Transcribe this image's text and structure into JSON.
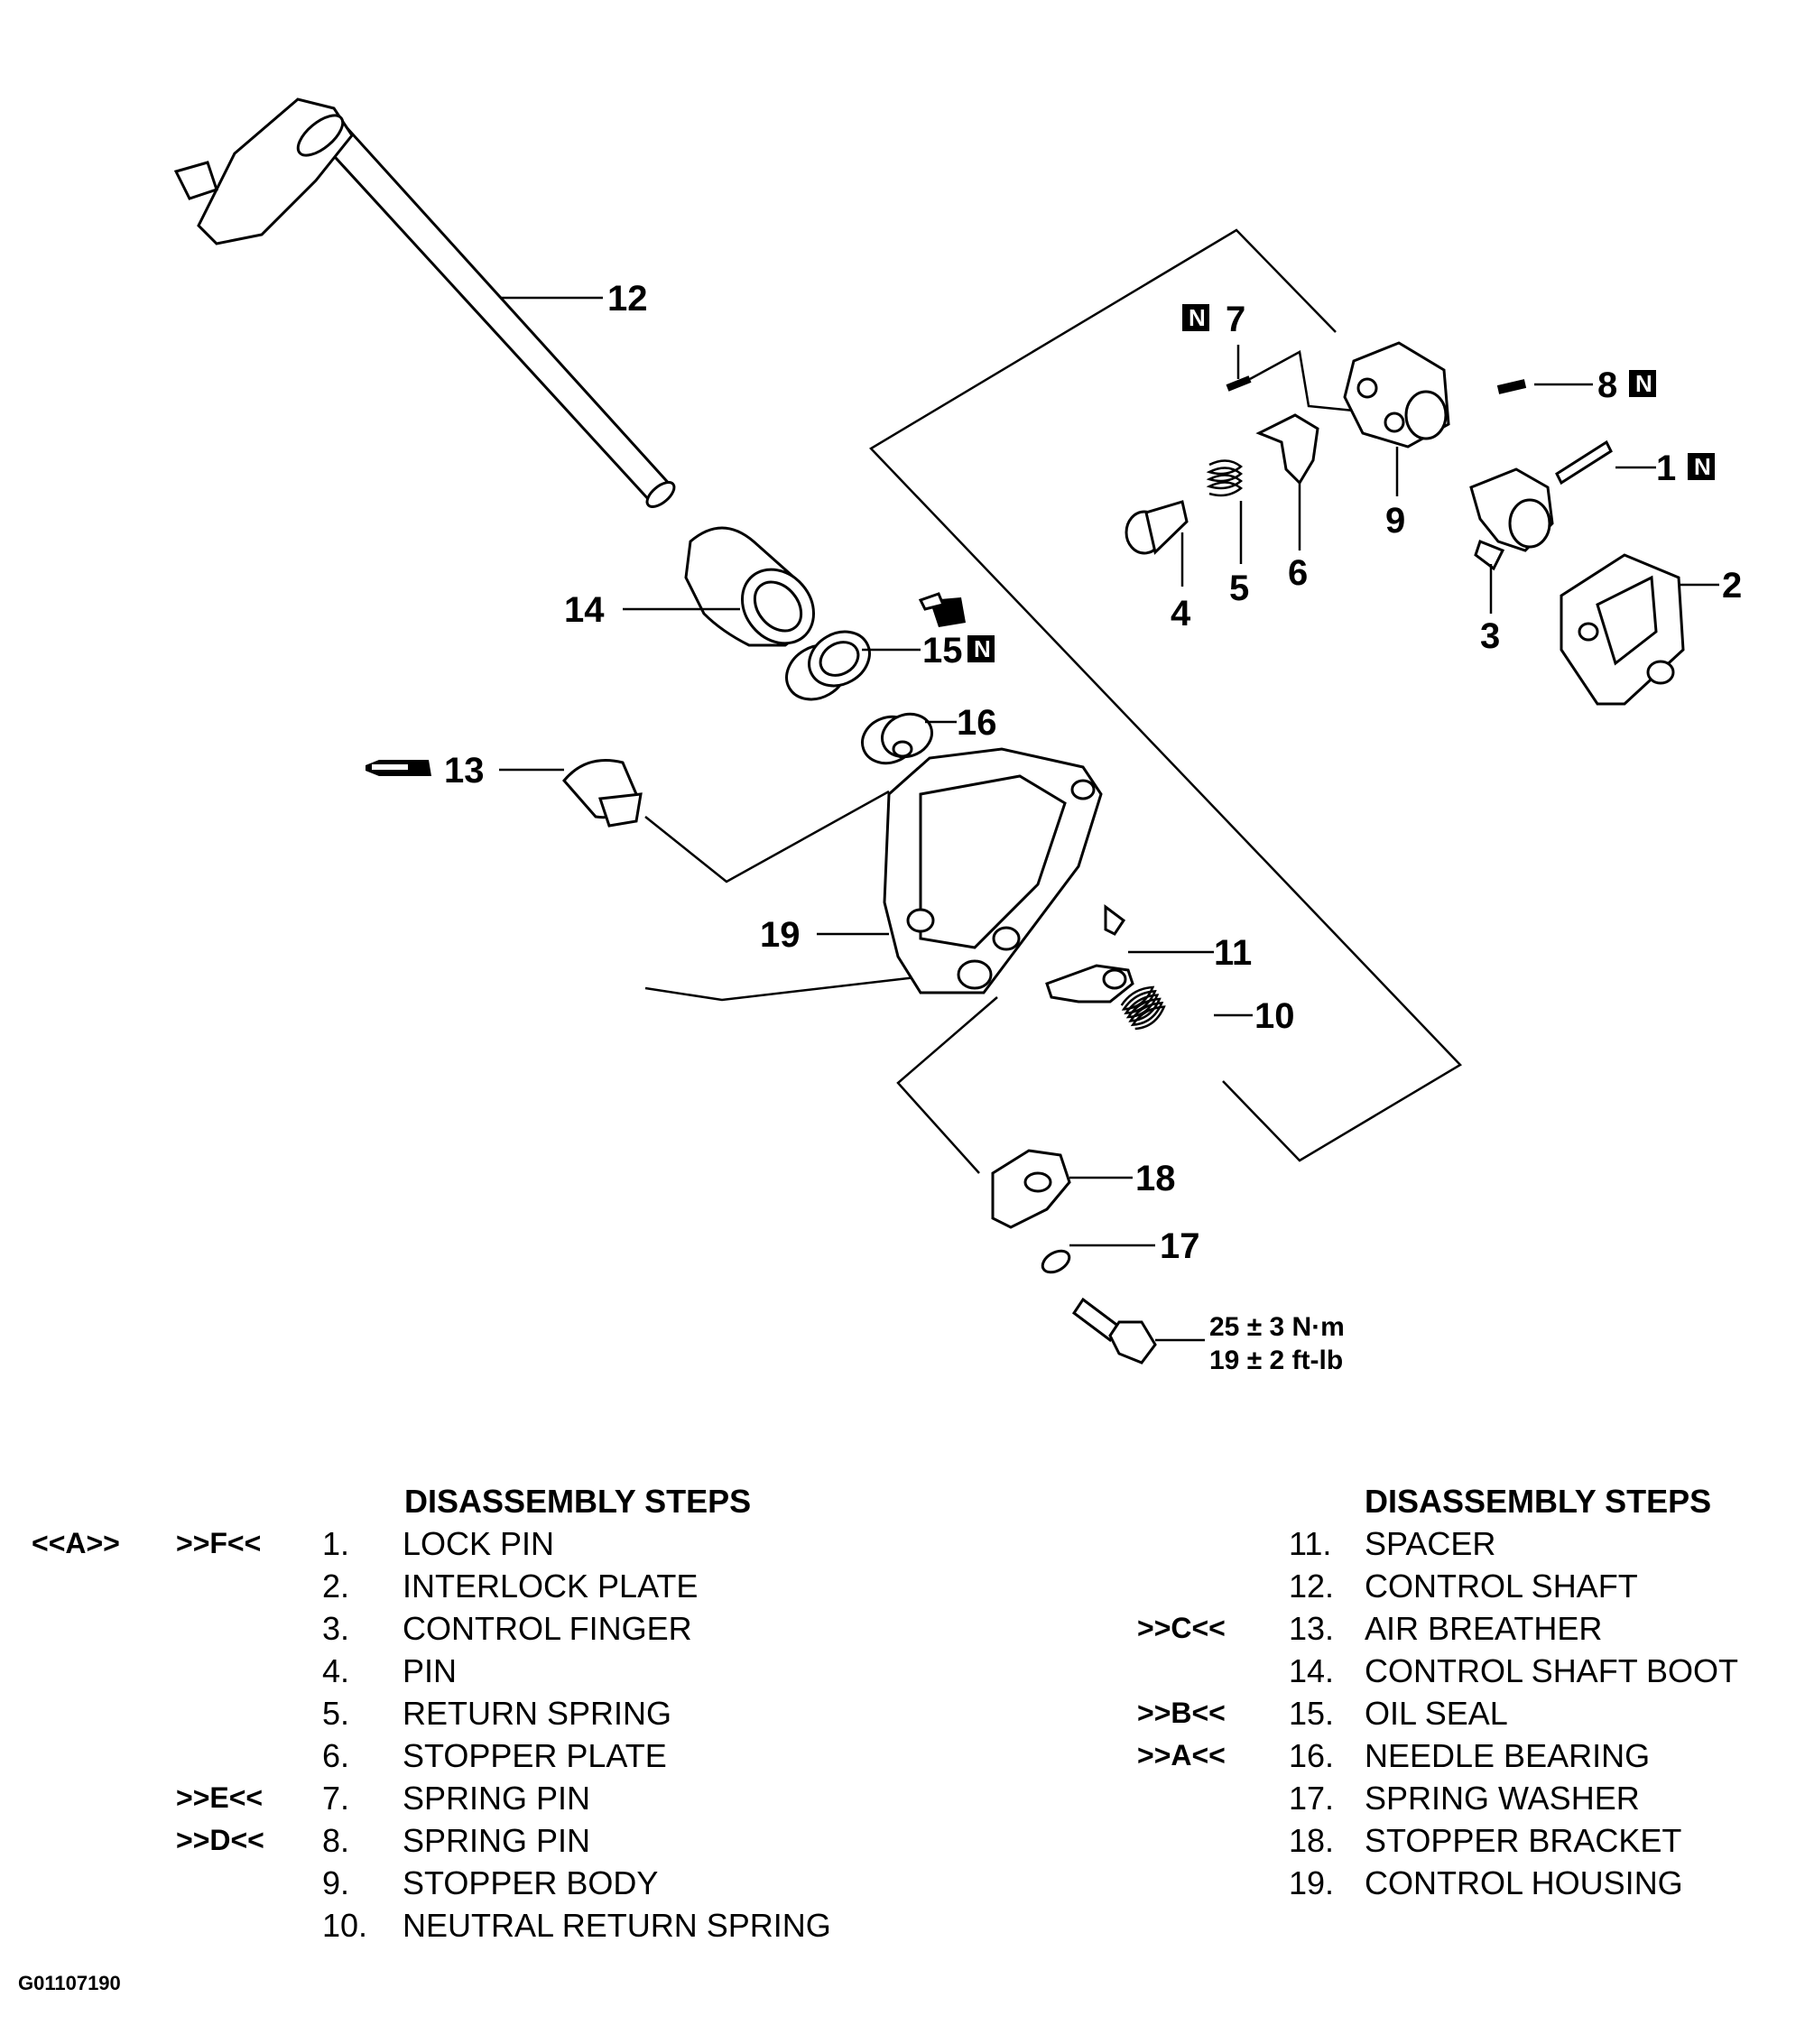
{
  "callouts": [
    "1",
    "2",
    "3",
    "4",
    "5",
    "6",
    "7",
    "8",
    "9",
    "10",
    "11",
    "12",
    "13",
    "14",
    "15",
    "16",
    "17",
    "18",
    "19"
  ],
  "new_part_badge": "N",
  "torque": {
    "metric": "25 ± 3 N·m",
    "imperial": "19 ± 2 ft-lb"
  },
  "left_column": {
    "heading": "DISASSEMBLY STEPS",
    "steps": [
      {
        "code_a": "<<A>>",
        "code_b": ">>F<<",
        "num": "1.",
        "name": "LOCK PIN"
      },
      {
        "code_a": "",
        "code_b": "",
        "num": "2.",
        "name": "INTERLOCK PLATE"
      },
      {
        "code_a": "",
        "code_b": "",
        "num": "3.",
        "name": "CONTROL FINGER"
      },
      {
        "code_a": "",
        "code_b": "",
        "num": "4.",
        "name": "PIN"
      },
      {
        "code_a": "",
        "code_b": "",
        "num": "5.",
        "name": "RETURN SPRING"
      },
      {
        "code_a": "",
        "code_b": "",
        "num": "6.",
        "name": "STOPPER PLATE"
      },
      {
        "code_a": "",
        "code_b": ">>E<<",
        "num": "7.",
        "name": "SPRING PIN"
      },
      {
        "code_a": "",
        "code_b": ">>D<<",
        "num": "8.",
        "name": "SPRING PIN"
      },
      {
        "code_a": "",
        "code_b": "",
        "num": "9.",
        "name": "STOPPER BODY"
      },
      {
        "code_a": "",
        "code_b": "",
        "num": "10.",
        "name": "NEUTRAL RETURN SPRING"
      }
    ]
  },
  "right_column": {
    "heading": "DISASSEMBLY STEPS",
    "steps": [
      {
        "code": "",
        "num": "11.",
        "name": "SPACER"
      },
      {
        "code": "",
        "num": "12.",
        "name": "CONTROL SHAFT"
      },
      {
        "code": ">>C<<",
        "num": "13.",
        "name": "AIR BREATHER"
      },
      {
        "code": "",
        "num": "14.",
        "name": "CONTROL SHAFT BOOT"
      },
      {
        "code": ">>B<<",
        "num": "15.",
        "name": "OIL SEAL"
      },
      {
        "code": ">>A<<",
        "num": "16.",
        "name": "NEEDLE BEARING"
      },
      {
        "code": "",
        "num": "17.",
        "name": "SPRING WASHER"
      },
      {
        "code": "",
        "num": "18.",
        "name": "STOPPER BRACKET"
      },
      {
        "code": "",
        "num": "19.",
        "name": "CONTROL HOUSING"
      }
    ]
  },
  "figure_id": "G01107190"
}
